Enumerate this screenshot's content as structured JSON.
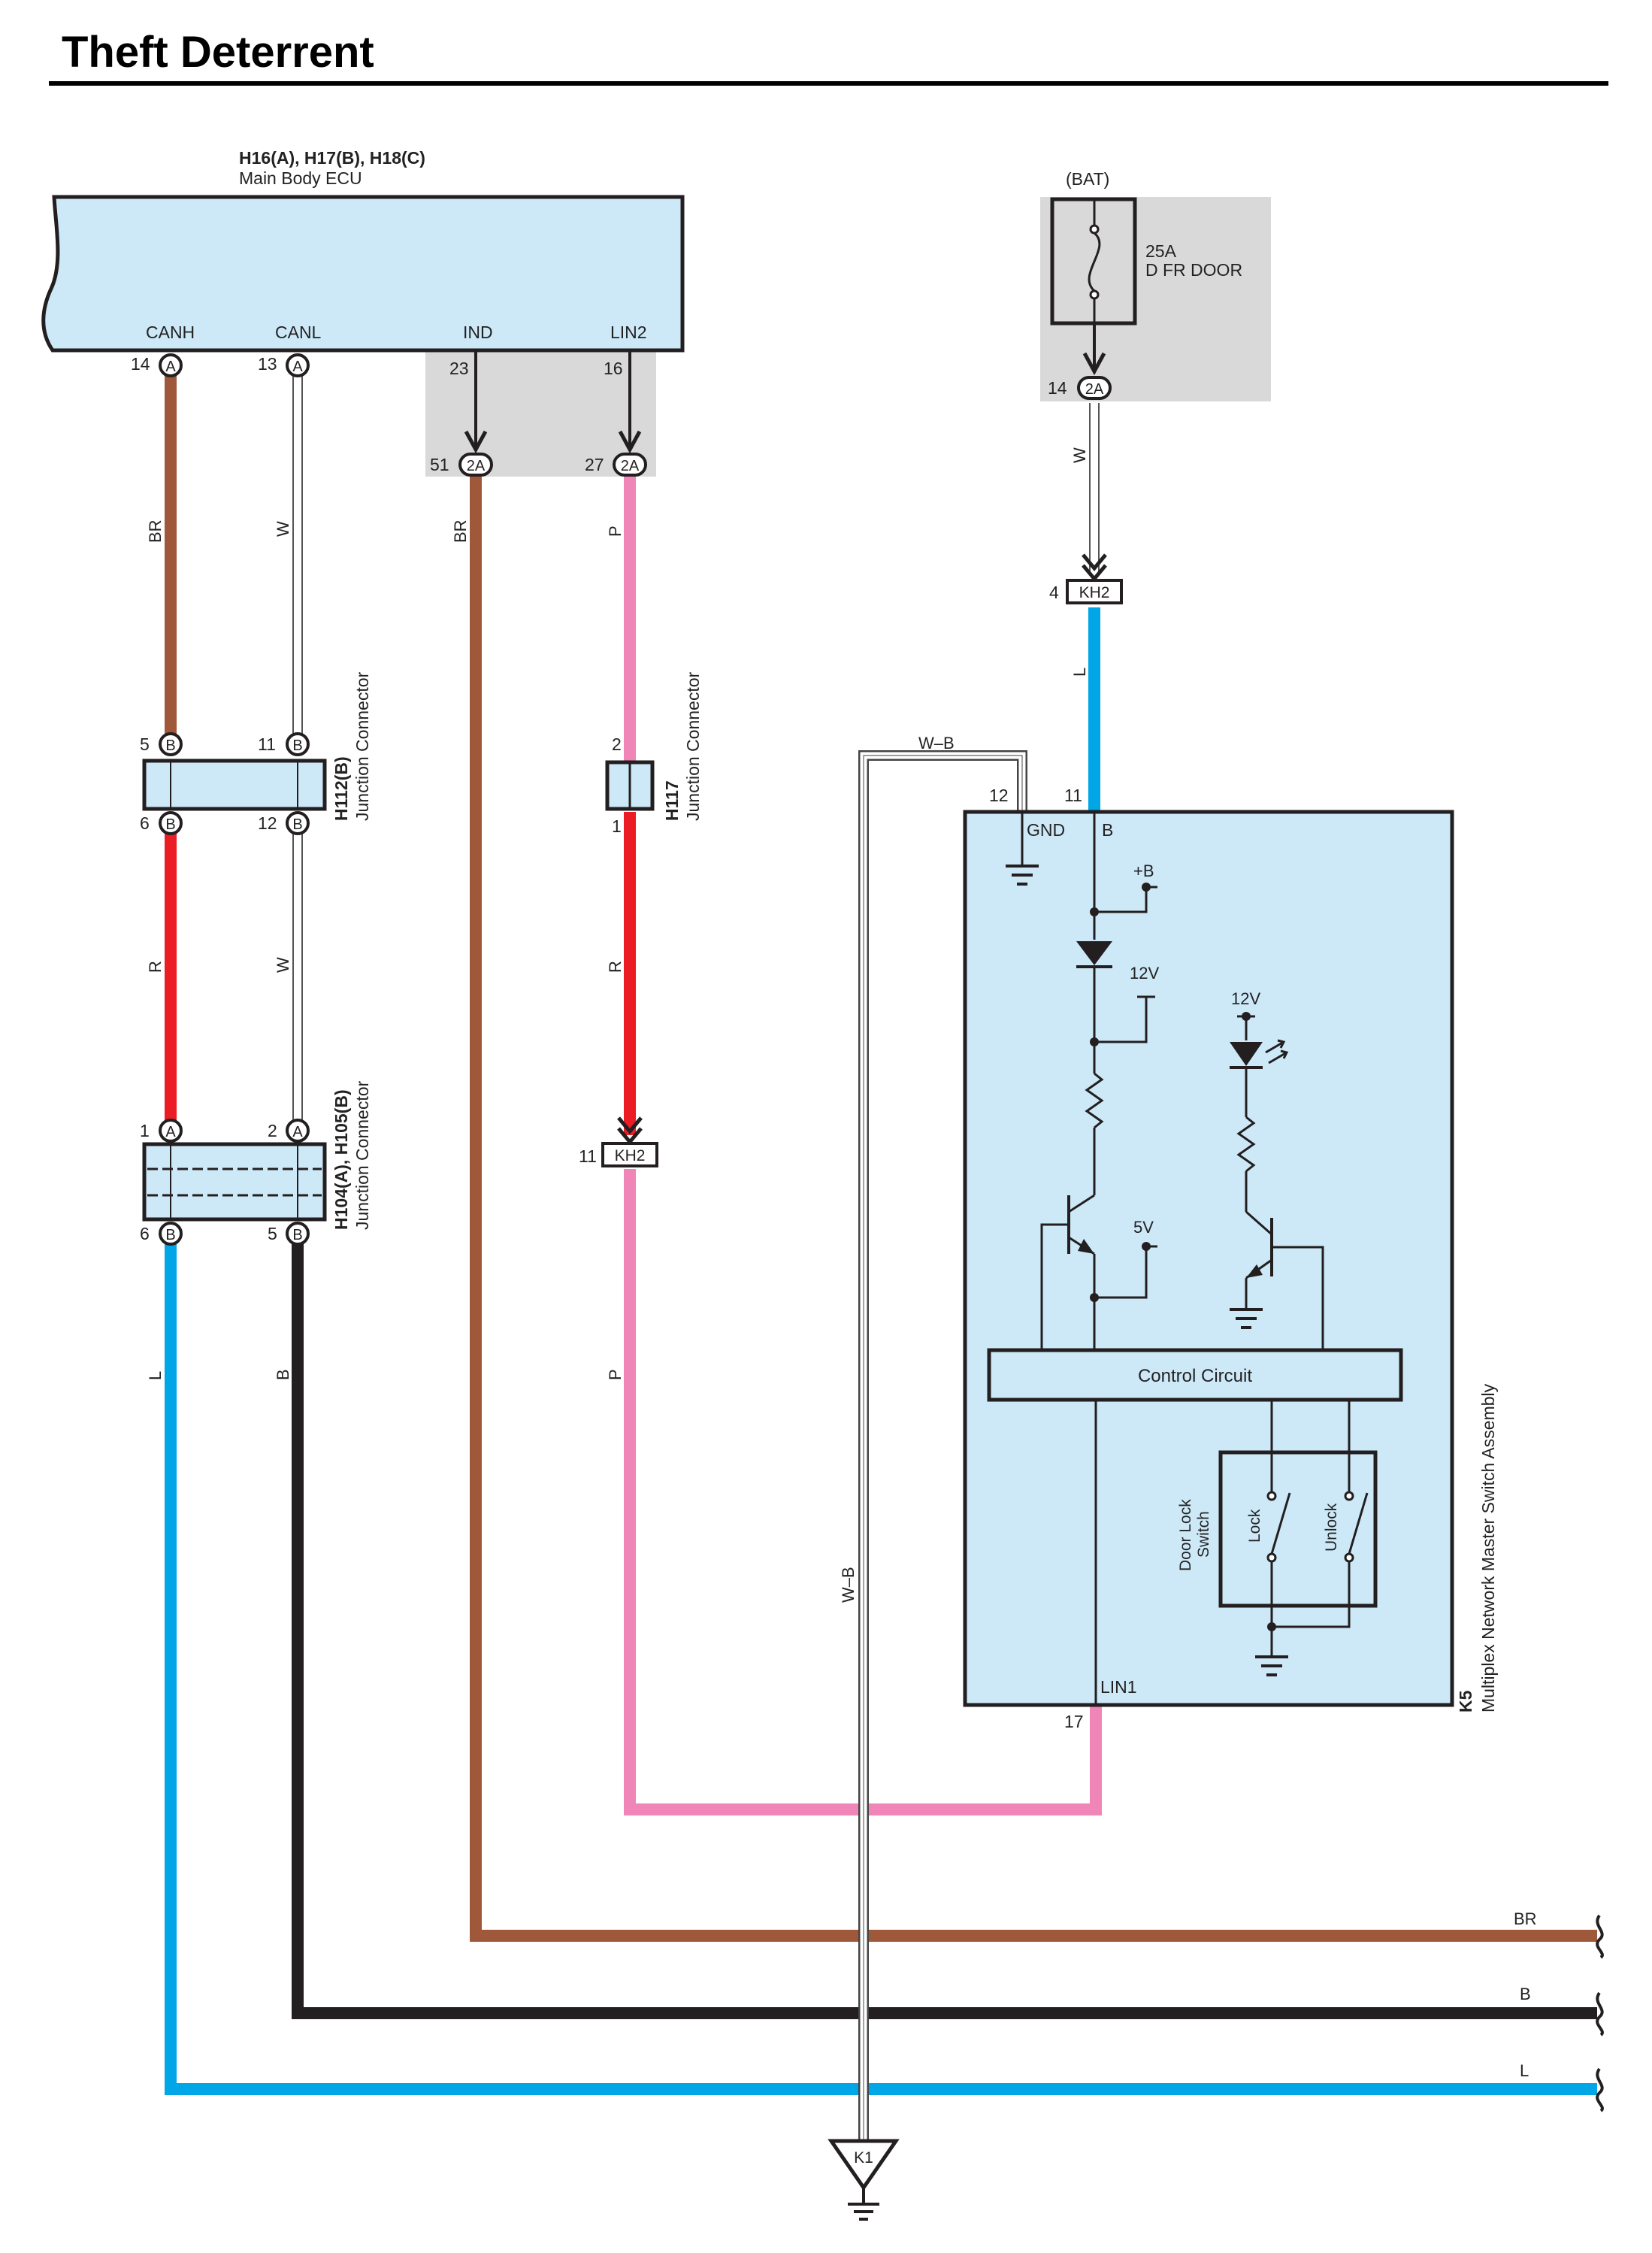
{
  "title": "Theft Deterrent",
  "colors": {
    "BR": "#a0583a",
    "W": "#ffffff",
    "R": "#ec1c24",
    "P": "#f085b8",
    "L": "#00a6e6",
    "B": "#231f20",
    "box": "#cde9f8",
    "shade": "#d9d9d9"
  },
  "ecu": {
    "header_bold": "H16(A), H17(B), H18(C)",
    "header_name": "Main Body ECU",
    "pin_canh": "CANH",
    "pin_canl": "CANL",
    "pin_ind": "IND",
    "pin_lin2": "LIN2",
    "num_canh": "14",
    "num_canl": "13",
    "num_ind": "23",
    "num_lin2": "16",
    "conn_a": "A"
  },
  "jc_2a": {
    "label": "2A",
    "num_ind": "51",
    "num_lin2": "27",
    "num_bat": "14"
  },
  "bat": {
    "label": "(BAT)",
    "fuse_amp": "25A",
    "fuse_name": "D FR DOOR"
  },
  "kh2": {
    "label": "KH2",
    "num_bat_side": "4",
    "num_lin_side": "11"
  },
  "wires": {
    "br": "BR",
    "w": "W",
    "r": "R",
    "p": "P",
    "l": "L",
    "b": "B",
    "wb": "W–B"
  },
  "h112": {
    "code": "H112(B)",
    "name": "Junction Connector",
    "p5": "5",
    "p11": "11",
    "p6": "6",
    "p12": "12",
    "conn": "B"
  },
  "h117": {
    "code": "H117",
    "name": "Junction Connector",
    "p2": "2",
    "p1": "1"
  },
  "h104": {
    "code": "H104(A), H105(B)",
    "name": "Junction Connector",
    "p1": "1",
    "p2": "2",
    "p6": "6",
    "p5": "5",
    "conn_a": "A",
    "conn_b": "B"
  },
  "k5": {
    "code": "K5",
    "name": "Multiplex Network Master Switch Assembly",
    "pin_gnd": "GND",
    "pin_b": "B",
    "num_gnd": "12",
    "num_b": "11",
    "plus_b": "+B",
    "v12a": "12V",
    "v12b": "12V",
    "v5": "5V",
    "control": "Control Circuit",
    "door_lock_1": "Door Lock",
    "door_lock_2": "Switch",
    "lock": "Lock",
    "unlock": "Unlock",
    "lin1": "LIN1",
    "num_lin1": "17"
  },
  "ground": {
    "label": "K1"
  }
}
